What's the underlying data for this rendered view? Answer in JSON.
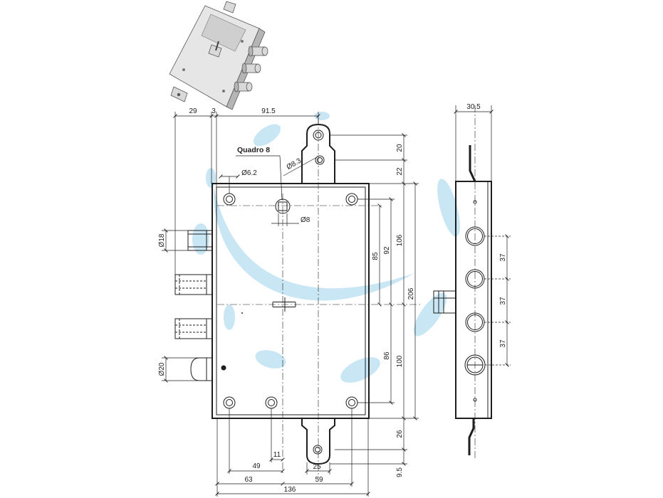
{
  "colors": {
    "line": "#1e1e1e",
    "watermark": "#a6d6f0",
    "photo_face": "#e6e6e6",
    "photo_side": "#b5b5b5"
  },
  "front_view": {
    "top_dims": {
      "d29": "29",
      "d3": "3",
      "d91_5": "91.5"
    },
    "callouts": {
      "quadro": "Quadro 8",
      "dia_8_3": "Ø8.3",
      "dia_6_2": "Ø6.2",
      "dia_8": "Ø8",
      "dia_18": "Ø18",
      "dia_20": "Ø20"
    },
    "right_dims": {
      "d20": "20",
      "d22": "22",
      "d106": "106",
      "d92": "92",
      "d85": "85",
      "d206": "206",
      "d86": "86",
      "d100": "100",
      "d26": "26",
      "d9_5": "9.5"
    },
    "bottom_dims": {
      "d11": "11",
      "d49": "49",
      "d25": "25",
      "d63": "63",
      "d59": "59",
      "d136": "136"
    }
  },
  "side_view": {
    "thickness": "30.5",
    "bolt_pitch": [
      "37",
      "37",
      "37"
    ]
  }
}
